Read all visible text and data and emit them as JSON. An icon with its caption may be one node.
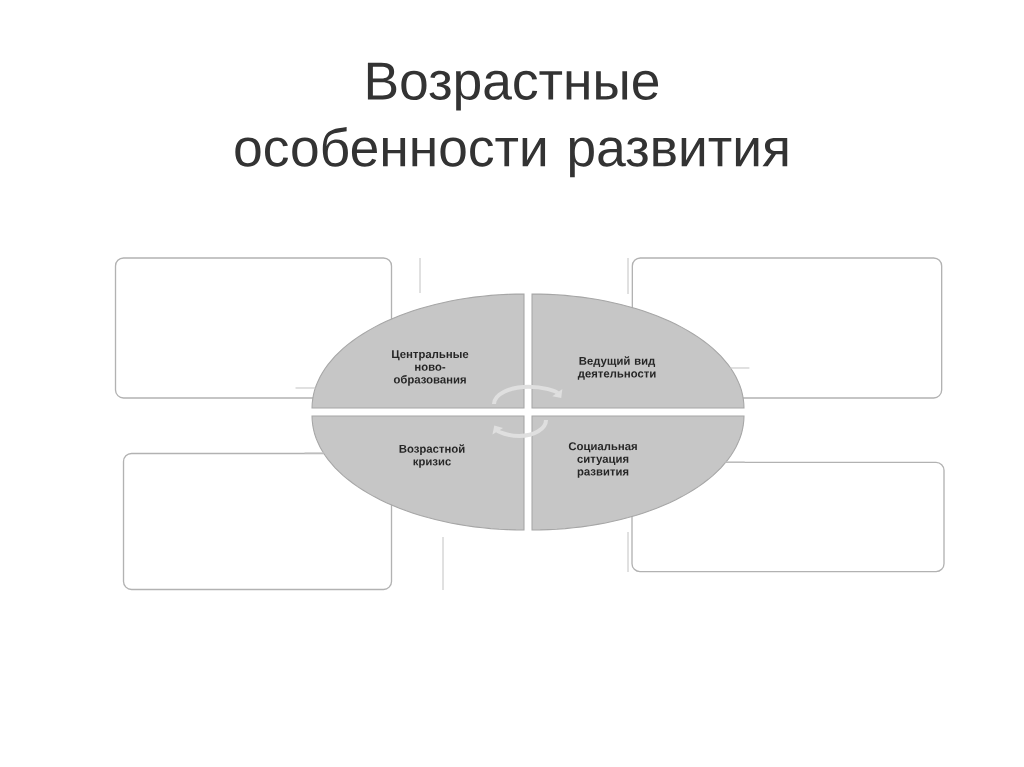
{
  "diagram": {
    "title": "Возрастные особенности развития",
    "nodes": [
      {
        "text": [],
        "shape": "box"
      },
      {
        "text": [],
        "shape": "box"
      },
      {
        "text": [
          "Центральные ново-образования"
        ]
      },
      {
        "text": [
          "Ведущий вид деятельности"
        ]
      },
      {
        "text": [
          "Возрастной кризис"
        ]
      },
      {
        "text": [
          "Социальная ситуация развития"
        ]
      },
      {
        "text": [],
        "shape": "box"
      },
      {
        "text": [],
        "shape": "box"
      }
    ]
  }
}
